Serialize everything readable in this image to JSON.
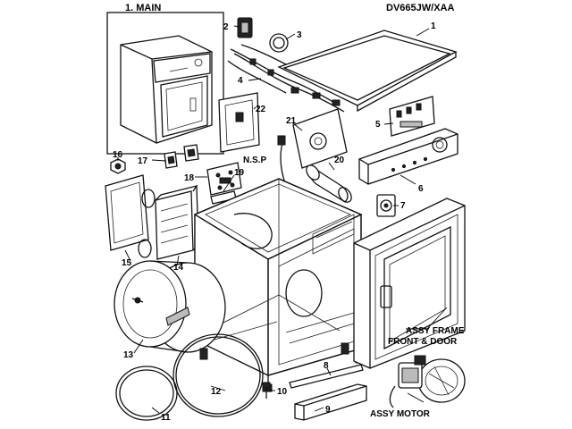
{
  "title_main": "1. MAIN",
  "model": "DV665JW/XAA",
  "callouts": {
    "c1": "1",
    "c2": "2",
    "c3": "3",
    "c4": "4",
    "c5": "5",
    "c6": "6",
    "c7": "7",
    "c8": "8",
    "c9": "9",
    "c10": "10",
    "c11": "11",
    "c12": "12",
    "c13": "13",
    "c14": "14",
    "c15": "15",
    "c16": "16",
    "c17": "17",
    "c18": "18",
    "c19": "19",
    "c20": "20",
    "c21": "21",
    "c22": "22"
  },
  "nsp": "N.S.P",
  "assy_frame_line1": "ASSY FRAME",
  "assy_frame_line2": "FRONT & DOOR",
  "assy_motor": "ASSY MOTOR"
}
